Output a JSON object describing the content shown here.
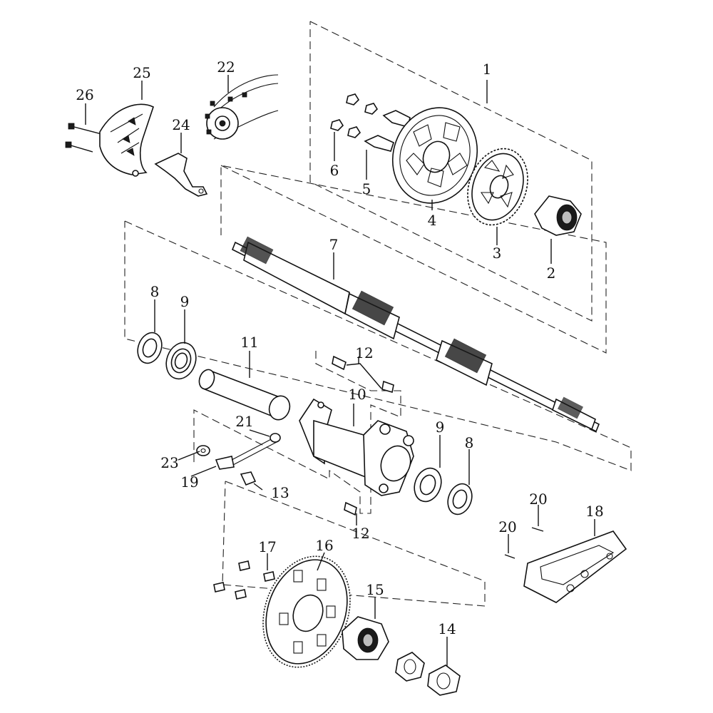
{
  "callouts": [
    {
      "id": "c1",
      "label": "1"
    },
    {
      "id": "c2",
      "label": "2"
    },
    {
      "id": "c3",
      "label": "3"
    },
    {
      "id": "c4",
      "label": "4"
    },
    {
      "id": "c5",
      "label": "5"
    },
    {
      "id": "c6",
      "label": "6"
    },
    {
      "id": "c7",
      "label": "7"
    },
    {
      "id": "c8a",
      "label": "8"
    },
    {
      "id": "c8b",
      "label": "8"
    },
    {
      "id": "c9a",
      "label": "9"
    },
    {
      "id": "c9b",
      "label": "9"
    },
    {
      "id": "c10",
      "label": "10"
    },
    {
      "id": "c11",
      "label": "11"
    },
    {
      "id": "c12a",
      "label": "12"
    },
    {
      "id": "c12b",
      "label": "12"
    },
    {
      "id": "c13",
      "label": "13"
    },
    {
      "id": "c14",
      "label": "14"
    },
    {
      "id": "c15",
      "label": "15"
    },
    {
      "id": "c16",
      "label": "16"
    },
    {
      "id": "c17",
      "label": "17"
    },
    {
      "id": "c18",
      "label": "18"
    },
    {
      "id": "c19",
      "label": "19"
    },
    {
      "id": "c20a",
      "label": "20"
    },
    {
      "id": "c20b",
      "label": "20"
    },
    {
      "id": "c21",
      "label": "21"
    },
    {
      "id": "c22",
      "label": "22"
    },
    {
      "id": "c23",
      "label": "23"
    },
    {
      "id": "c24",
      "label": "24"
    },
    {
      "id": "c25",
      "label": "25"
    },
    {
      "id": "c26",
      "label": "26"
    }
  ]
}
